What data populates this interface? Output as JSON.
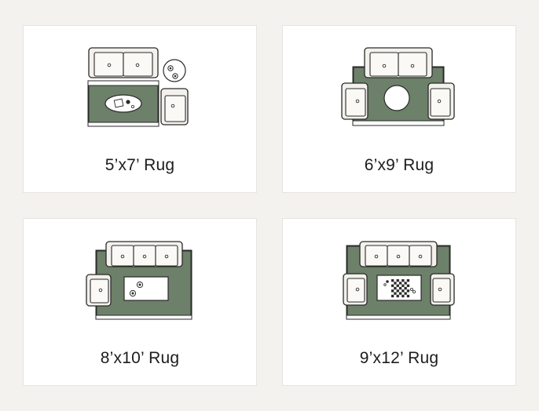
{
  "cards": [
    {
      "label": "5’x7’ Rug"
    },
    {
      "label": "6’x9’ Rug"
    },
    {
      "label": "8’x10’ Rug"
    },
    {
      "label": "9’x12’ Rug"
    }
  ],
  "colors": {
    "background": "#f4f2ef",
    "card": "#ffffff",
    "rug": "#6d8069",
    "furniture": "#f3f1ec",
    "outline": "#2a2a2a"
  }
}
